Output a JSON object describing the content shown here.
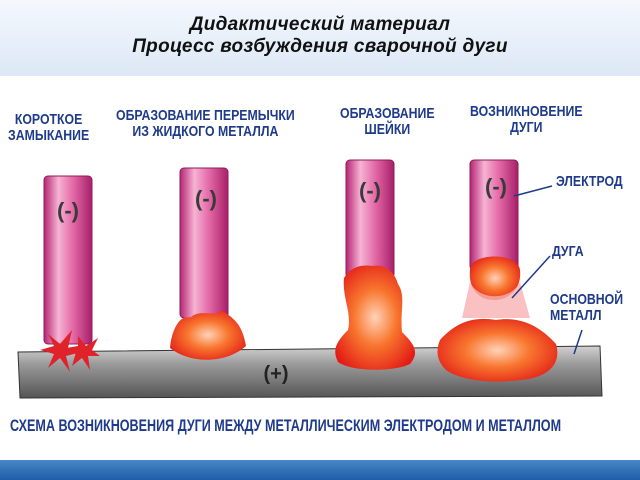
{
  "header": {
    "line1": "Дидактический материал",
    "line2": "Процесс возбуждения сварочной дуги"
  },
  "stages": [
    {
      "line1": "КОРОТКОЕ",
      "line2": "ЗАМЫКАНИЕ"
    },
    {
      "line1": "ОБРАЗОВАНИЕ ПЕРЕМЫЧКИ",
      "line2": "ИЗ ЖИДКОГО  МЕТАЛЛА"
    },
    {
      "line1": "ОБРАЗОВАНИЕ",
      "line2": "ШЕЙКИ"
    },
    {
      "line1": "ВОЗНИКНОВЕНИЕ",
      "line2": "ДУГИ"
    }
  ],
  "polarity": {
    "electrode": "(-)",
    "base": "(+)"
  },
  "labels": {
    "electrode": "ЭЛЕКТРОД",
    "arc": "ДУГА",
    "base_line1": "ОСНОВНОЙ",
    "base_line2": "МЕТАЛЛ"
  },
  "caption": "СХЕМА ВОЗНИКНОВЕНИЯ ДУГИ МЕЖДУ МЕТАЛЛИЧЕСКИМ ЭЛЕКТРОДОМ И МЕТАЛЛОМ",
  "colors": {
    "text_blue": "#1e3a8a",
    "electrode": "#d03c8c",
    "molten": "#f04a22",
    "base_metal": "#7a7a7a",
    "title": "#111111"
  }
}
